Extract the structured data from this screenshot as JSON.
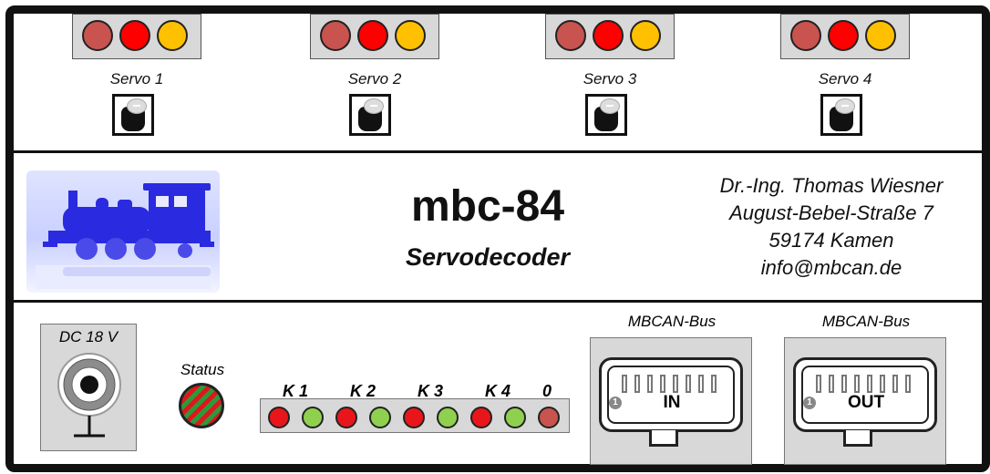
{
  "servos": [
    {
      "label": "Servo 1"
    },
    {
      "label": "Servo 2"
    },
    {
      "label": "Servo 3"
    },
    {
      "label": "Servo 4"
    }
  ],
  "lamp_colors": [
    "#c9534f",
    "#ff0000",
    "#ffc000"
  ],
  "title": "mbc-84",
  "subtitle": "Servodecoder",
  "address": {
    "line1": "Dr.-Ing. Thomas Wiesner",
    "line2": "August-Bebel-Straße 7",
    "line3": "59174 Kamen",
    "line4": "info@mbcan.de"
  },
  "power": {
    "label": "DC 18 V"
  },
  "status": {
    "label": "Status"
  },
  "channels": {
    "labels": [
      "K 1",
      "K 2",
      "K 3",
      "K 4",
      "0"
    ],
    "led_colors": [
      "#e8161b",
      "#8fd14f",
      "#e8161b",
      "#8fd14f",
      "#e8161b",
      "#8fd14f",
      "#e8161b",
      "#8fd14f",
      "#c9534f"
    ]
  },
  "bus": {
    "in": {
      "title": "MBCAN-Bus",
      "label": "IN",
      "pin_marker": "1"
    },
    "out": {
      "title": "MBCAN-Bus",
      "label": "OUT",
      "pin_marker": "1"
    }
  }
}
